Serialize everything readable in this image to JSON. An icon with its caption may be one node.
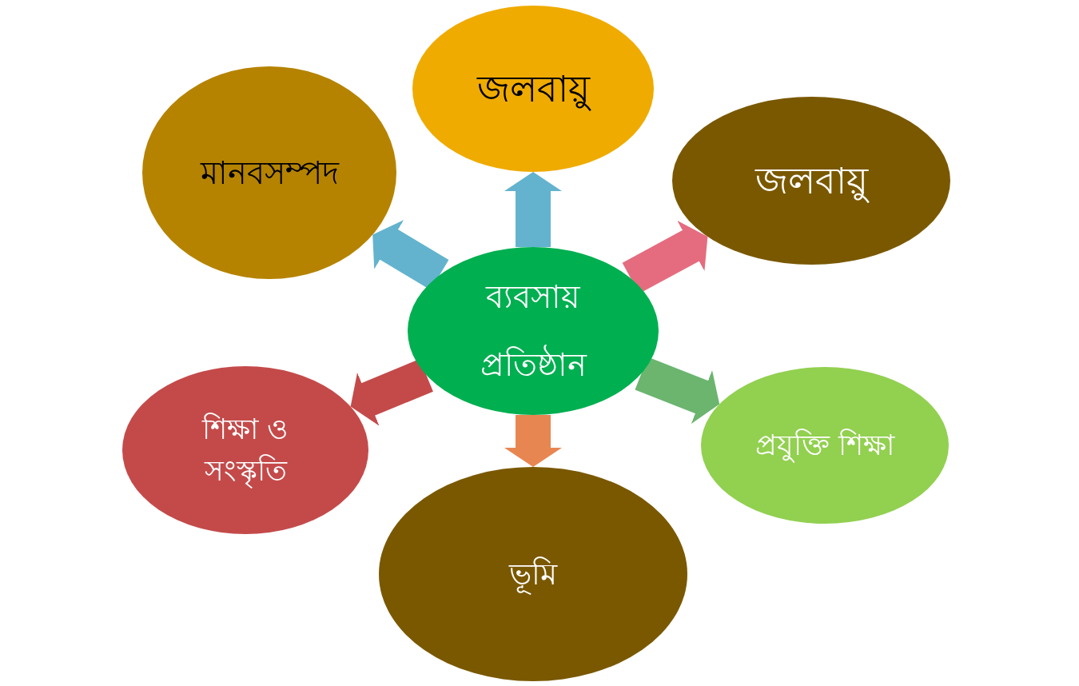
{
  "diagram": {
    "nodes": [
      {
        "text": [
          "জলবায়ু"
        ]
      },
      {
        "text": [
          "মানবসম্পদ"
        ]
      },
      {
        "text": [
          "জলবায়ু"
        ]
      },
      {
        "text": [
          "ব্যবসায় প্রতিষ্ঠান"
        ]
      },
      {
        "text": [
          "শিক্ষা ও সংস্কৃতি"
        ]
      },
      {
        "text": [
          "প্রযুক্তি শিক্ষা"
        ]
      },
      {
        "text": [
          "ভূমি"
        ]
      }
    ],
    "edges": [
      {
        "from": 3,
        "to": 0,
        "arrow": "to",
        "color": "#63b3ce"
      },
      {
        "from": 3,
        "to": 1,
        "arrow": "to",
        "color": "#63b3ce"
      },
      {
        "from": 3,
        "to": 2,
        "arrow": "to",
        "color": "#e56c7f"
      },
      {
        "from": 3,
        "to": 4,
        "arrow": "to",
        "color": "#c44a4a"
      },
      {
        "from": 3,
        "to": 5,
        "arrow": "to",
        "color": "#6bb56f"
      },
      {
        "from": 3,
        "to": 6,
        "arrow": "to",
        "color": "#e88651"
      }
    ]
  }
}
